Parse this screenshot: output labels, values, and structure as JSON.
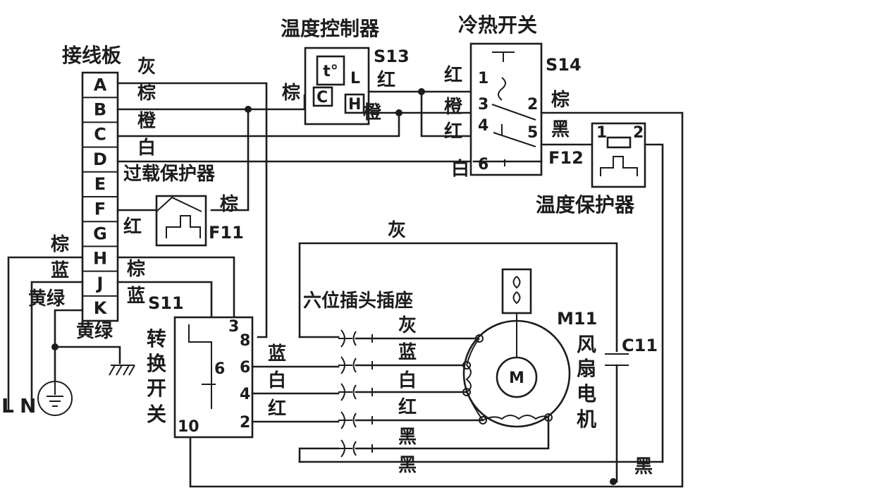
{
  "colors": {
    "ink": "#1c1c1c",
    "paper": "#ffffff"
  },
  "terminal_board": {
    "title": "接线板",
    "terminals": [
      "A",
      "B",
      "C",
      "D",
      "E",
      "F",
      "G",
      "H",
      "J",
      "K"
    ]
  },
  "temp_controller": {
    "title": "温度控制器",
    "code": "S13",
    "symbol": "t°",
    "pins": [
      "L",
      "C",
      "H"
    ]
  },
  "cold_hot_switch": {
    "title": "冷热开关",
    "code": "S14",
    "pins": [
      "1",
      "2",
      "3",
      "4",
      "5",
      "6"
    ]
  },
  "temp_protector": {
    "title": "温度保护器",
    "code": "F12",
    "pins": [
      "1",
      "2"
    ]
  },
  "overload_protector": {
    "title": "过载保护器",
    "code": "F11"
  },
  "selector_switch": {
    "code": "S11",
    "name_chars": [
      "转",
      "换",
      "开",
      "关"
    ],
    "pins": [
      "3",
      "8",
      "6",
      "4",
      "2",
      "10",
      "6"
    ]
  },
  "connector": {
    "title": "六位插头插座"
  },
  "fan_motor": {
    "code": "M11",
    "symbol": "M",
    "name_chars": [
      "风",
      "扇",
      "电",
      "机"
    ]
  },
  "capacitor": {
    "code": "C11"
  },
  "power": {
    "L": "L",
    "N": "N"
  },
  "wire_labels": {
    "gray": "灰",
    "brown": "棕",
    "orange": "橙",
    "white": "白",
    "red": "红",
    "blue": "蓝",
    "yellow_green": "黄绿",
    "black": "黑"
  }
}
